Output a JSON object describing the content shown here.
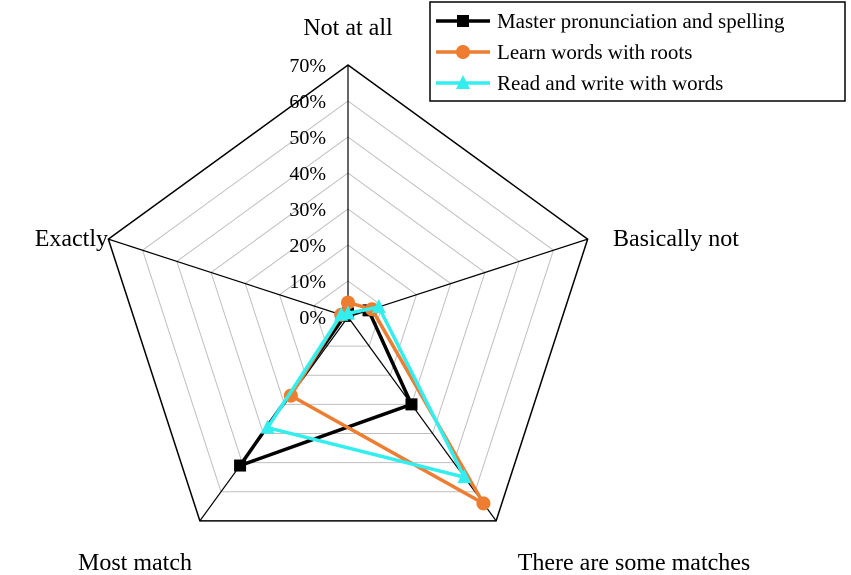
{
  "chart_data": {
    "type": "radar",
    "axes": [
      "Not at all",
      "Basically not",
      "There are some matches",
      "Most match",
      "Exactly"
    ],
    "radial_ticks": [
      "0%",
      "10%",
      "20%",
      "30%",
      "40%",
      "50%",
      "60%",
      "70%"
    ],
    "rlim": [
      0,
      70
    ],
    "grid": true,
    "legend_position": "top-right",
    "series": [
      {
        "name": "Master pronunciation and spelling",
        "color": "#000000",
        "marker": "square",
        "values": [
          1,
          6,
          30,
          51,
          1
        ]
      },
      {
        "name": "Learn words with roots",
        "color": "#ed7d31",
        "marker": "circle",
        "values": [
          4,
          7,
          64,
          27,
          2
        ]
      },
      {
        "name": "Read and write with words",
        "color": "#33eeee",
        "marker": "triangle",
        "values": [
          1,
          9,
          55,
          38,
          2
        ]
      }
    ]
  }
}
